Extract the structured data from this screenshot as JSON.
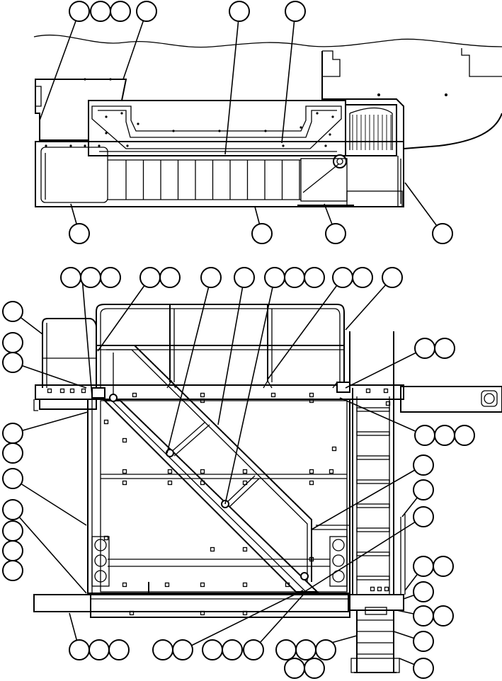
{
  "diagram": {
    "views": [
      {
        "id": "top-view",
        "description": ""
      },
      {
        "id": "side-view",
        "description": ""
      }
    ],
    "callout_balloons_count": 64
  }
}
